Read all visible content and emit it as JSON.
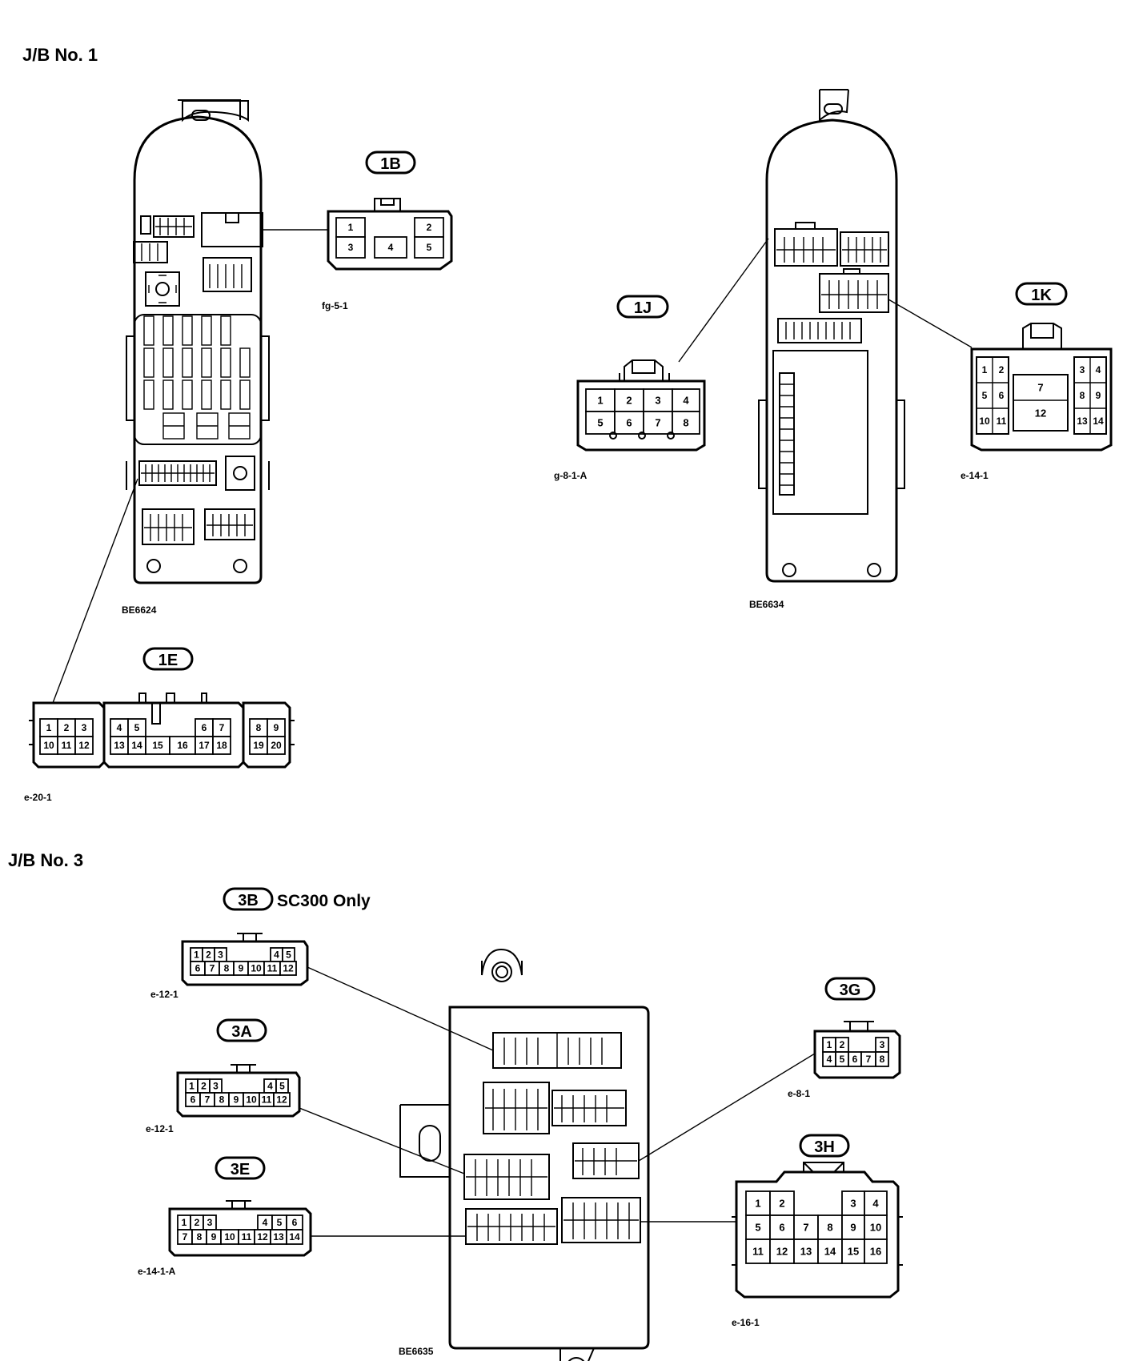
{
  "sections": {
    "jb1_title": "J/B No. 1",
    "jb3_title": "J/B No. 3"
  },
  "figure_codes": {
    "left_box": "BE6624",
    "right_box": "BE6634",
    "jb3_box": "BE6635"
  },
  "connectors": {
    "c1B": {
      "tag": "1B",
      "code": "fg-5-1",
      "pins": [
        "1",
        "2",
        "3",
        "4",
        "5"
      ]
    },
    "c1J": {
      "tag": "1J",
      "code": "g-8-1-A",
      "pins": [
        "1",
        "2",
        "3",
        "4",
        "5",
        "6",
        "7",
        "8"
      ]
    },
    "c1K": {
      "tag": "1K",
      "code": "e-14-1",
      "pins": [
        "1",
        "2",
        "3",
        "4",
        "5",
        "6",
        "7",
        "8",
        "9",
        "10",
        "11",
        "12",
        "13",
        "14"
      ]
    },
    "c1E": {
      "tag": "1E",
      "code": "e-20-1",
      "pins": [
        "1",
        "2",
        "3",
        "4",
        "5",
        "6",
        "7",
        "8",
        "9",
        "10",
        "11",
        "12",
        "13",
        "14",
        "15",
        "16",
        "17",
        "18",
        "19",
        "20"
      ]
    },
    "c3B": {
      "tag": "3B",
      "note": "SC300 Only",
      "code": "e-12-1",
      "pins": [
        "1",
        "2",
        "3",
        "4",
        "5",
        "6",
        "7",
        "8",
        "9",
        "10",
        "11",
        "12"
      ]
    },
    "c3A": {
      "tag": "3A",
      "code": "e-12-1",
      "pins": [
        "1",
        "2",
        "3",
        "4",
        "5",
        "6",
        "7",
        "8",
        "9",
        "10",
        "11",
        "12"
      ]
    },
    "c3E": {
      "tag": "3E",
      "code": "e-14-1-A",
      "pins": [
        "1",
        "2",
        "3",
        "4",
        "5",
        "6",
        "7",
        "8",
        "9",
        "10",
        "11",
        "12",
        "13",
        "14"
      ]
    },
    "c3G": {
      "tag": "3G",
      "code": "e-8-1",
      "pins": [
        "1",
        "2",
        "3",
        "4",
        "5",
        "6",
        "7",
        "8"
      ]
    },
    "c3H": {
      "tag": "3H",
      "code": "e-16-1",
      "pins": [
        "1",
        "2",
        "3",
        "4",
        "5",
        "6",
        "7",
        "8",
        "9",
        "10",
        "11",
        "12",
        "13",
        "14",
        "15",
        "16"
      ]
    }
  }
}
